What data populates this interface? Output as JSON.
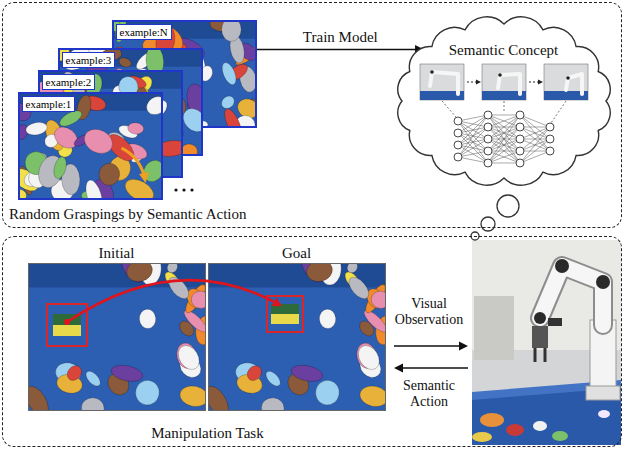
{
  "diagram": {
    "nodes": [
      {
        "text": [
          "Random Graspings by Semantic Action"
        ]
      },
      {
        "text": [
          "example:N"
        ],
        "in": 0
      },
      {
        "text": [
          "example:3"
        ],
        "in": 0
      },
      {
        "text": [
          "example:2"
        ],
        "in": 0
      },
      {
        "text": [
          "example:1"
        ],
        "in": 0
      },
      {
        "text": [
          "Semantic Concept"
        ],
        "in": 0
      },
      {
        "text": [
          "Manipulation Task"
        ]
      },
      {
        "text": [
          "Initial"
        ],
        "in": 6
      },
      {
        "text": [
          "Goal"
        ],
        "in": 6
      }
    ],
    "edges": [
      {
        "from": 1,
        "to": 5,
        "label": "Train Model",
        "arrow": "to"
      }
    ],
    "labels": [
      "Visual Observation",
      "Semantic Action"
    ]
  }
}
